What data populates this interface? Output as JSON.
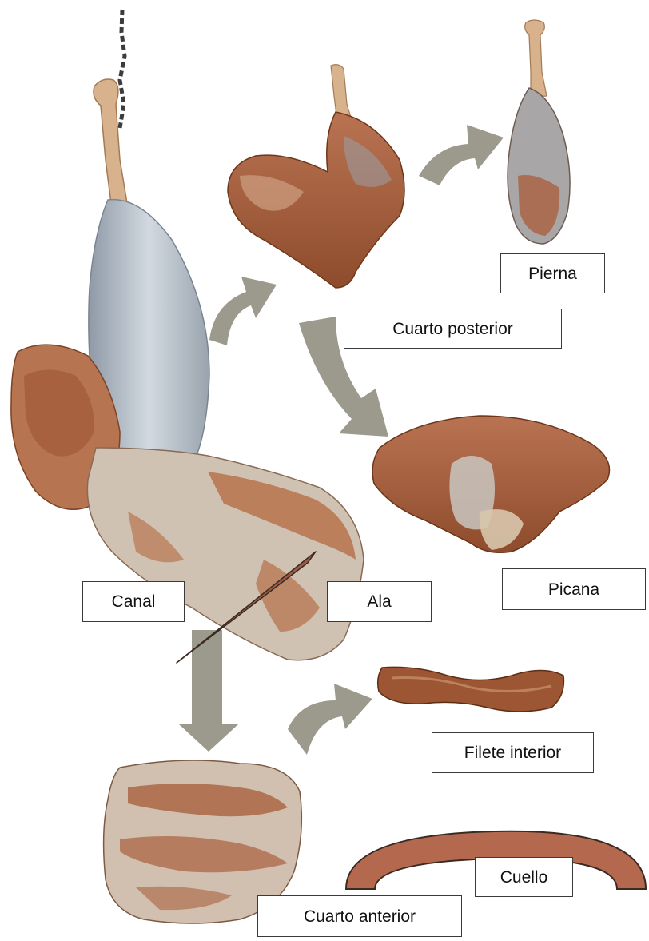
{
  "labels": {
    "pierna": "Pierna",
    "cuarto_posterior": "Cuarto posterior",
    "picana": "Picana",
    "canal": "Canal",
    "ala": "Ala",
    "filete_interior": "Filete interior",
    "cuello": "Cuello",
    "cuarto_anterior": "Cuarto anterior"
  },
  "colors": {
    "arrow": "#9c9a8d",
    "meat": "#b06a45",
    "meat_dark": "#7e3f22",
    "fat": "#d9d2c6",
    "membrane": "#aebac7",
    "pointer": "#9a5a44",
    "arch": "#b4694f"
  }
}
